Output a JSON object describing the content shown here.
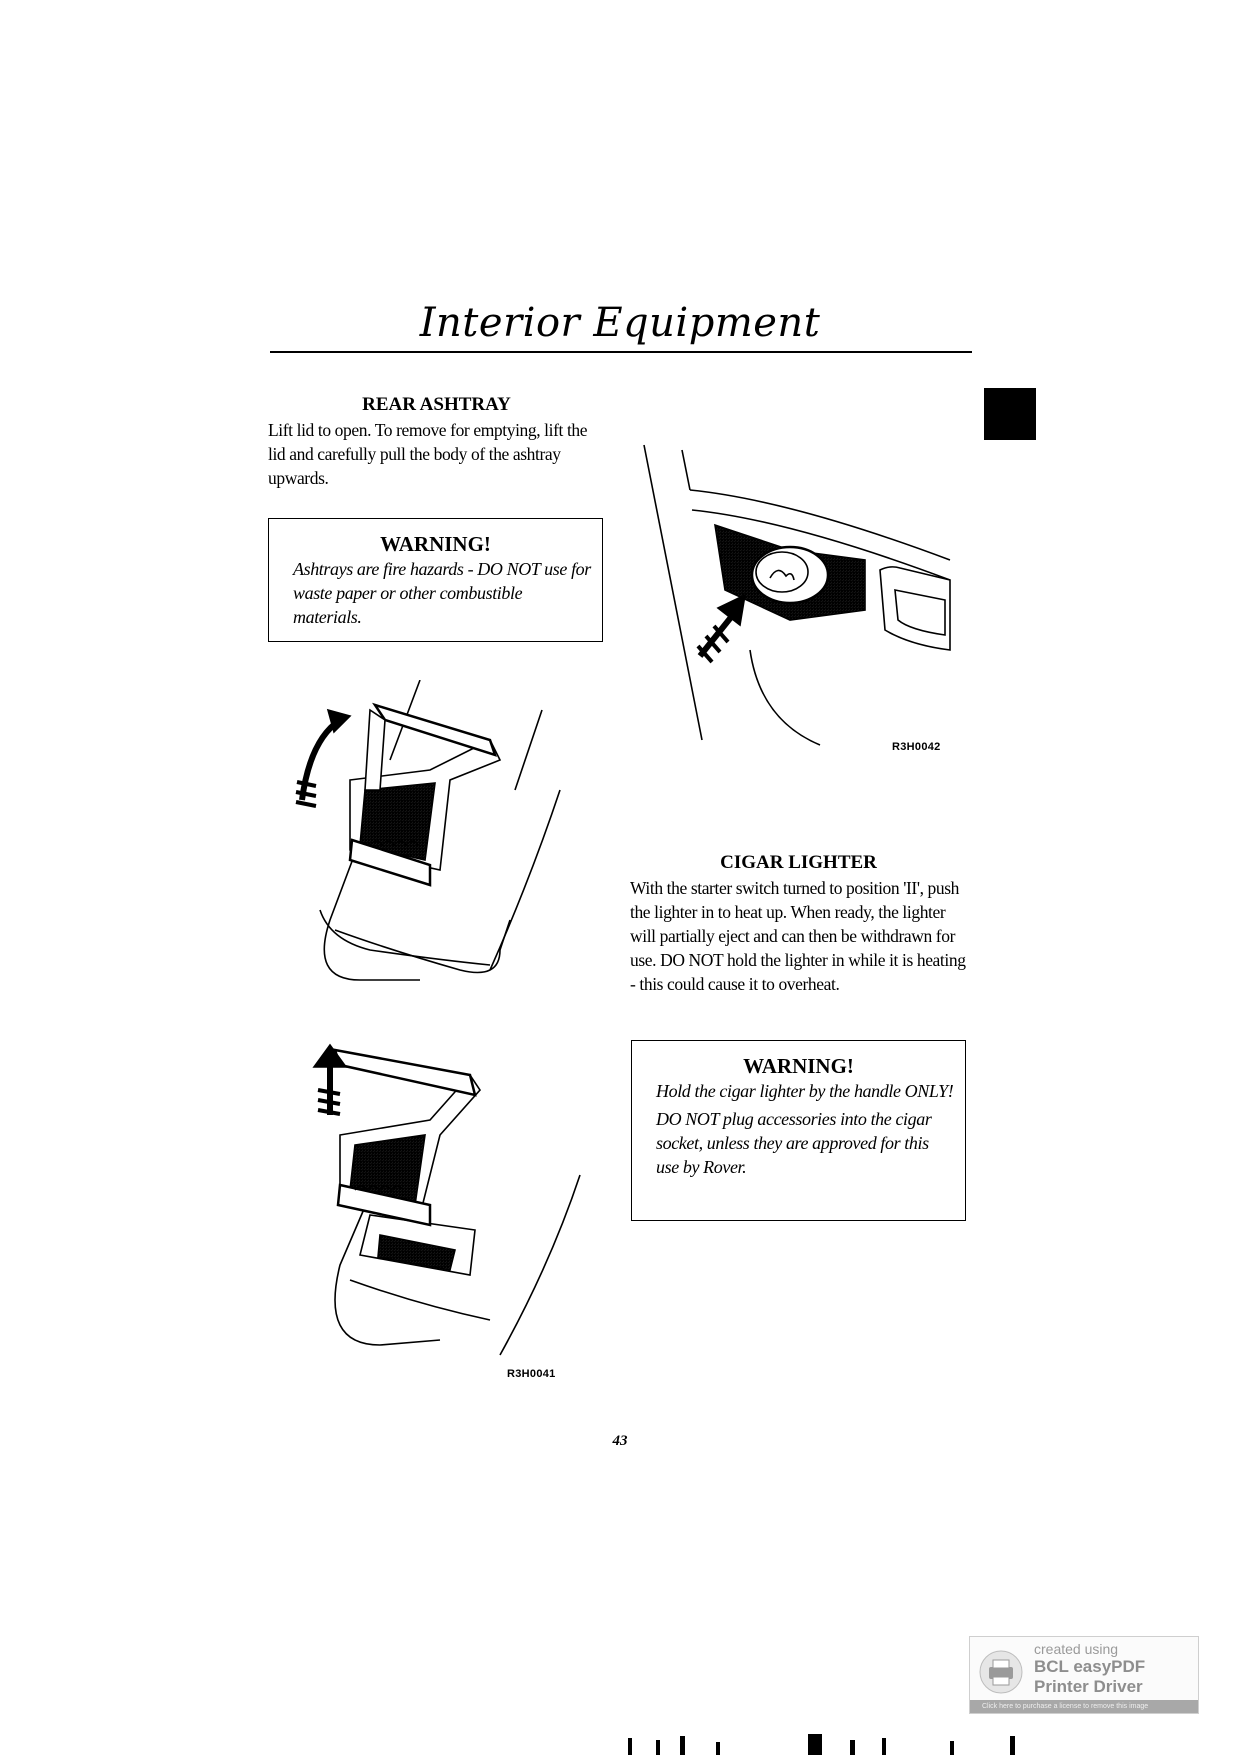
{
  "page": {
    "title": "Interior Equipment",
    "page_number": "43"
  },
  "rear_ashtray": {
    "heading": "REAR ASHTRAY",
    "body": "Lift lid to open. To remove for emptying, lift the lid and carefully pull the body of the ashtray upwards.",
    "warning_title": "WARNING!",
    "warning_text": "Ashtrays are fire hazards - DO NOT use for waste paper or other combustible materials.",
    "figure_code": "R3H0041"
  },
  "cigar_lighter": {
    "heading": "CIGAR LIGHTER",
    "body": "With the starter switch turned to position 'II', push the lighter in to heat up. When ready, the lighter will partially eject and can then be withdrawn for use. DO NOT hold the lighter in while it is heating - this could cause it to overheat.",
    "warning_title": "WARNING!",
    "warning_lines": [
      "Hold the cigar lighter by the handle ONLY!",
      "DO NOT plug accessories into the cigar socket, unless they are approved for this use by Rover."
    ],
    "figure_code": "R3H0042"
  },
  "watermark": {
    "line1": "created using",
    "line2": "BCL easyPDF",
    "line3": "Printer Driver",
    "strip": "Click here to purchase a license to remove this image"
  }
}
